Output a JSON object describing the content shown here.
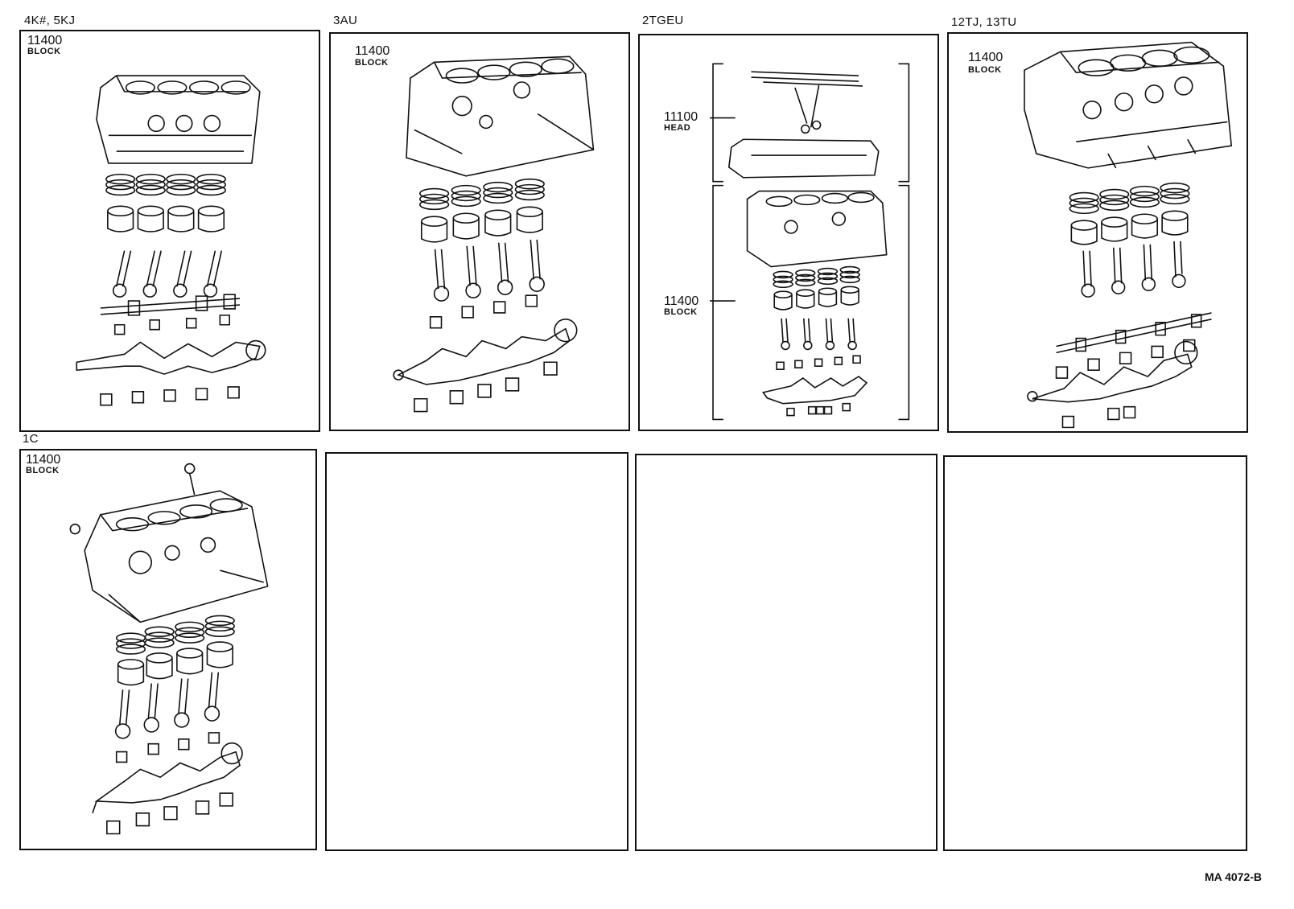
{
  "panels": [
    {
      "engine": "4K#, 5KJ",
      "labels": [
        {
          "number": "11400",
          "name": "BLOCK"
        }
      ]
    },
    {
      "engine": "3AU",
      "labels": [
        {
          "number": "11400",
          "name": "BLOCK"
        }
      ]
    },
    {
      "engine": "2TGEU",
      "labels": [
        {
          "number": "11100",
          "name": "HEAD"
        },
        {
          "number": "11400",
          "name": "BLOCK"
        }
      ]
    },
    {
      "engine": "12TJ, 13TU",
      "labels": [
        {
          "number": "11400",
          "name": "BLOCK"
        }
      ]
    },
    {
      "engine": "1C",
      "labels": [
        {
          "number": "11400",
          "name": "BLOCK"
        }
      ]
    }
  ],
  "figure_code": "MA 4072-B"
}
